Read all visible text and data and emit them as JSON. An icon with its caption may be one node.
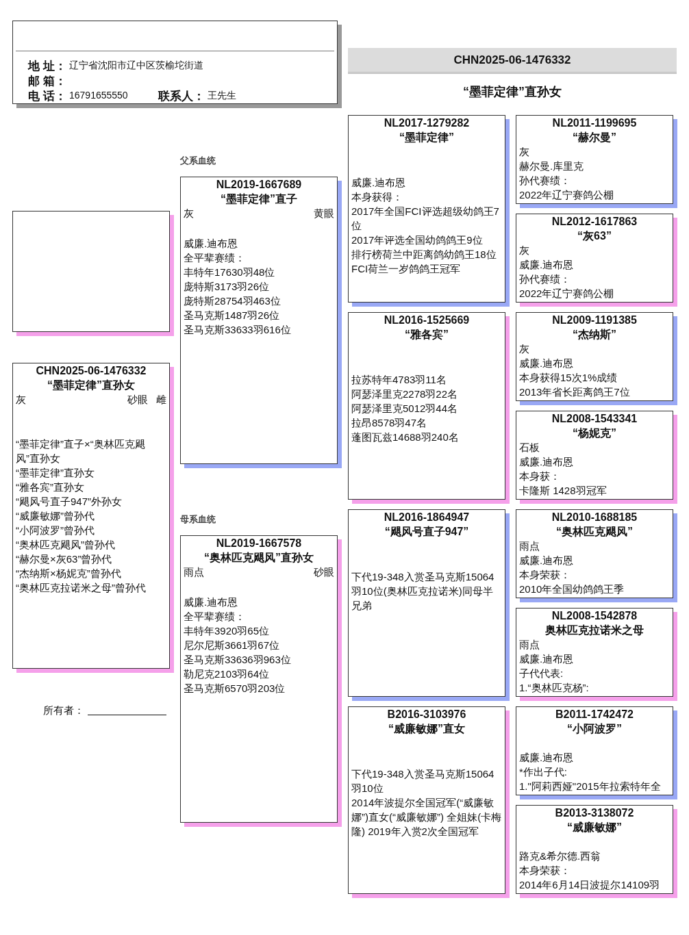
{
  "diagram": {
    "title": "“墨菲定律”直孙女",
    "nodes": [
      {
        "text": [
          "地 址：",
          "辽宁省沈阳市辽中区茨榆坨街道",
          "邮 箱：",
          "电 话：",
          "16791655550",
          "联系人：",
          "王先生"
        ]
      },
      {
        "text": [
          "CHN2025-06-1476332"
        ]
      },
      {
        "text": [],
        "shape": "box"
      },
      {
        "text": [
          "CHN2025-06-1476332",
          "“墨菲定律”直孙女",
          "灰",
          "砂眼",
          "雌",
          "“墨菲定律”直子×“奥林匹克飓风”直孙女",
          "“墨菲定律”直孙女",
          "“雅各宾”直孙女",
          "“飓风号直子947”外孙女",
          "“威廉敏娜”曾孙代",
          "“小阿波罗”曾孙代",
          "“奥林匹克飓风”曾孙代",
          "“赫尔曼×灰63”曾孙代",
          "“杰纳斯×杨妮克”曾孙代",
          "“奥林匹克拉诺米之母”曾孙代"
        ]
      },
      {
        "text": [
          "NL2019-1667689",
          "“墨菲定律”直子",
          "灰",
          "黄眼",
          "威廉.迪布恩",
          "全平辈赛绩：",
          "丰特年17630羽48位",
          "庞特斯3173羽26位",
          "庞特斯28754羽463位",
          "圣马克斯1487羽26位",
          "圣马克斯33633羽616位"
        ]
      },
      {
        "text": [
          "NL2019-1667578",
          "“奥林匹克飓风”直孙女",
          "雨点",
          "砂眼",
          "威廉.迪布恩",
          "全平辈赛绩：",
          "丰特年3920羽65位",
          "尼尔尼斯3661羽67位",
          "圣马克斯33636羽963位",
          "勒尼克2103羽64位",
          "圣马克斯6570羽203位"
        ]
      },
      {
        "text": [
          "NL2017-1279282",
          "“墨菲定律”",
          "威廉.迪布恩",
          "本身获得：",
          "2017年全国FCI评选超级幼鸽王7位",
          "2017年评选全国幼鸽鸽王9位",
          "排行榜荷兰中距离鸽幼鸽王18位",
          "FCI荷兰一岁鸽鸽王冠军"
        ]
      },
      {
        "text": [
          "NL2016-1525669",
          "“雅各宾”",
          "拉苏特年4783羽11名",
          "阿瑟泽里克2278羽22名",
          "阿瑟泽里克5012羽44名",
          "拉昂8578羽47名",
          "蓬图瓦兹14688羽240名"
        ]
      },
      {
        "text": [
          "NL2016-1864947",
          "“飓风号直子947”",
          "下代19-348入赏圣马克斯15064羽10位(奥林匹克拉诺米)同母半兄弟"
        ]
      },
      {
        "text": [
          "B2016-3103976",
          "“威廉敏娜”直女",
          "下代19-348入赏圣马克斯15064羽10位",
          "2014年波提尔全国冠军(“威廉敏娜”)直女(“威廉敏娜”) 全姐妹(卡梅隆) 2019年入赏2次全国冠军"
        ]
      },
      {
        "text": [
          "NL2011-1199695",
          "“赫尔曼”",
          "灰",
          "赫尔曼.库里克",
          "孙代赛绩：",
          "2022年辽宁赛鸽公棚"
        ]
      },
      {
        "text": [
          "NL2012-1617863",
          "“灰63”",
          "灰",
          "威廉.迪布恩",
          "孙代赛绩：",
          "2022年辽宁赛鸽公棚"
        ]
      },
      {
        "text": [
          "NL2009-1191385",
          "“杰纳斯”",
          "灰",
          "威廉.迪布恩",
          "本身获得15次1%成绩",
          "2013年省长距离鸽王7位"
        ]
      },
      {
        "text": [
          "NL2008-1543341",
          "“杨妮克”",
          "石板",
          "威廉.迪布恩",
          "本身获：",
          "卡隆斯 1428羽冠军"
        ]
      },
      {
        "text": [
          "NL2010-1688185",
          "“奥林匹克飓风”",
          "雨点",
          "威廉.迪布恩",
          "本身荣获：",
          "2010年全国幼鸽鸽王季"
        ]
      },
      {
        "text": [
          "NL2008-1542878",
          "奥林匹克拉诺米之母",
          "雨点",
          "威廉.迪布恩",
          "子代代表:",
          "1.“奥林匹克杨”:"
        ]
      },
      {
        "text": [
          "B2011-1742472",
          "“小阿波罗”",
          "威廉.迪布恩",
          "*作出子代:",
          "1.\"阿莉西娅\"2015年拉索特年全"
        ]
      },
      {
        "text": [
          "B2013-3138072",
          "“威廉敏娜”",
          "路克&希尔德.西翁",
          "本身荣获：",
          "2014年6月14日波提尔14109羽"
        ]
      }
    ],
    "labels": [
      "父系血统",
      "母系血统",
      "所有者："
    ]
  }
}
